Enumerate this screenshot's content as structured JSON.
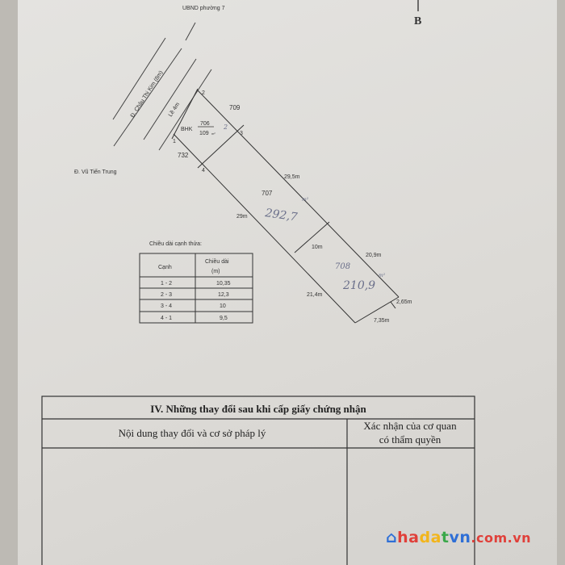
{
  "map": {
    "top_label": "UBND phường 7",
    "north_letter": "B",
    "road_main": "Đ. Châu Thị Kim (8m)",
    "road_side": "Lề 4m",
    "road_bottom": "Đ. Vũ Tiến Trung",
    "parcel_706": {
      "prefix": "BHK",
      "number": "706",
      "area": "109",
      "unit": "m²",
      "handwritten": "2"
    },
    "neighbors": [
      "709",
      "732"
    ],
    "points": [
      "1",
      "2",
      "3",
      "4"
    ],
    "parcel_707": {
      "number": "707",
      "area_hand": "292,7",
      "unit_hand": "m²"
    },
    "parcel_708": {
      "number_hand": "708",
      "area_hand": "210,9",
      "unit_hand": "m²"
    },
    "lengths": [
      "29,5m",
      "29m",
      "10m",
      "20,9m",
      "21,4m",
      "2,65m",
      "7,35m"
    ]
  },
  "edge_table": {
    "title": "Chiều dài cạnh thửa:",
    "headers": [
      "Cạnh",
      "Chiều dài",
      "(m)"
    ],
    "rows": [
      {
        "edge": "1 - 2",
        "length": "10,35"
      },
      {
        "edge": "2 - 3",
        "length": "12,3"
      },
      {
        "edge": "3 - 4",
        "length": "10"
      },
      {
        "edge": "4 - 1",
        "length": "9,5"
      }
    ]
  },
  "changes_form": {
    "title": "IV. Những thay đổi sau khi cấp giấy chứng nhận",
    "col1": "Nội dung thay đổi và cơ sở pháp lý",
    "col2_line1": "Xác nhận của cơ quan",
    "col2_line2": "có thẩm quyền"
  },
  "watermark": {
    "brand": "nhadatvn",
    "domain": ".com.vn",
    "colors": [
      "#2f6fd6",
      "#e0403a",
      "#f2b51c",
      "#3aa84a"
    ]
  }
}
